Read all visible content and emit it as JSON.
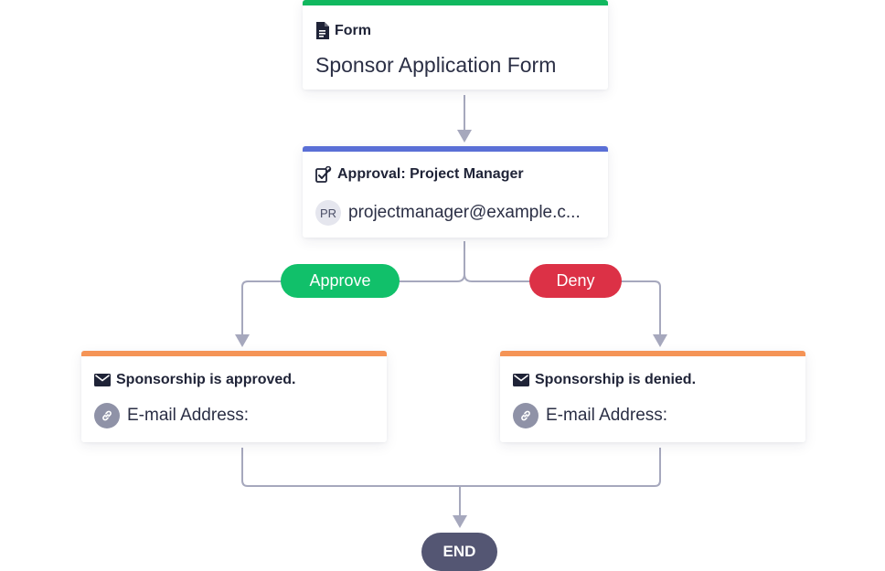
{
  "colors": {
    "form_bar": "#11b85f",
    "approval_bar": "#5a6fd6",
    "email_bar": "#f59456",
    "approve": "#11c06a",
    "deny": "#dc3146",
    "end": "#545673",
    "connector": "#a6a8bd"
  },
  "form_node": {
    "icon": "document-icon",
    "type_label": "Form",
    "title": "Sponsor Application Form"
  },
  "approval_node": {
    "icon": "approval-check-icon",
    "type_label": "Approval: Project Manager",
    "assignee_initials": "PR",
    "assignee_email": "projectmanager@example.c..."
  },
  "branches": {
    "approve_label": "Approve",
    "deny_label": "Deny"
  },
  "approved_email_node": {
    "icon": "envelope-icon",
    "title": "Sponsorship is approved.",
    "field_icon": "link-icon",
    "field_label": "E-mail Address:"
  },
  "denied_email_node": {
    "icon": "envelope-icon",
    "title": "Sponsorship is denied.",
    "field_icon": "link-icon",
    "field_label": "E-mail Address:"
  },
  "end_node": {
    "label": "END"
  }
}
